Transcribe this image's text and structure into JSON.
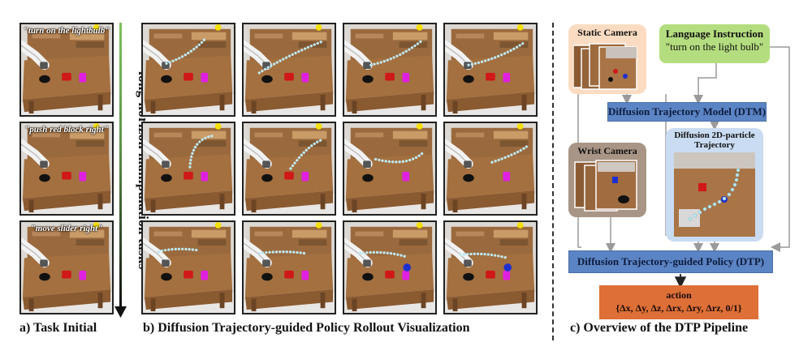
{
  "task_initial": {
    "caption": "a) Task Initial",
    "tasks": [
      "\"turn on the lightbulb\"",
      "\"push red block right\"",
      "\"move slider right\""
    ]
  },
  "horizon_label": "long-horizon manipulation tasks",
  "rollout": {
    "caption": "b) Diffusion Trajectory-guided Policy Rollout Visualization"
  },
  "pipeline": {
    "caption": "c) Overview of the DTP Pipeline",
    "static_camera": "Static Camera",
    "language_instruction": "Language Instruction",
    "instruction_text": "\"turn on the light bulb\"",
    "dtm": "Diffusion Trajectory Model (DTM)",
    "particle_trajectory": "Diffusion 2D-particle Trajectory",
    "wrist_camera": "Wrist Camera",
    "dtp": "Diffusion Trajectory-guided Policy (DTP)",
    "action_label": "action",
    "action_values": "{Δx, Δy, Δz, Δrx, Δry, Δrz, 0/1}"
  },
  "colors": {
    "blue_bar": "#5b84c4",
    "language_green": "#b4dd7f",
    "static_cam_bg": "#fbdcc2",
    "wrist_cam_bg": "#a89585",
    "particle_bg": "#c9dcf2",
    "action_orange": "#dd6f37",
    "horizon_arrow_top": "#7cc35c"
  }
}
